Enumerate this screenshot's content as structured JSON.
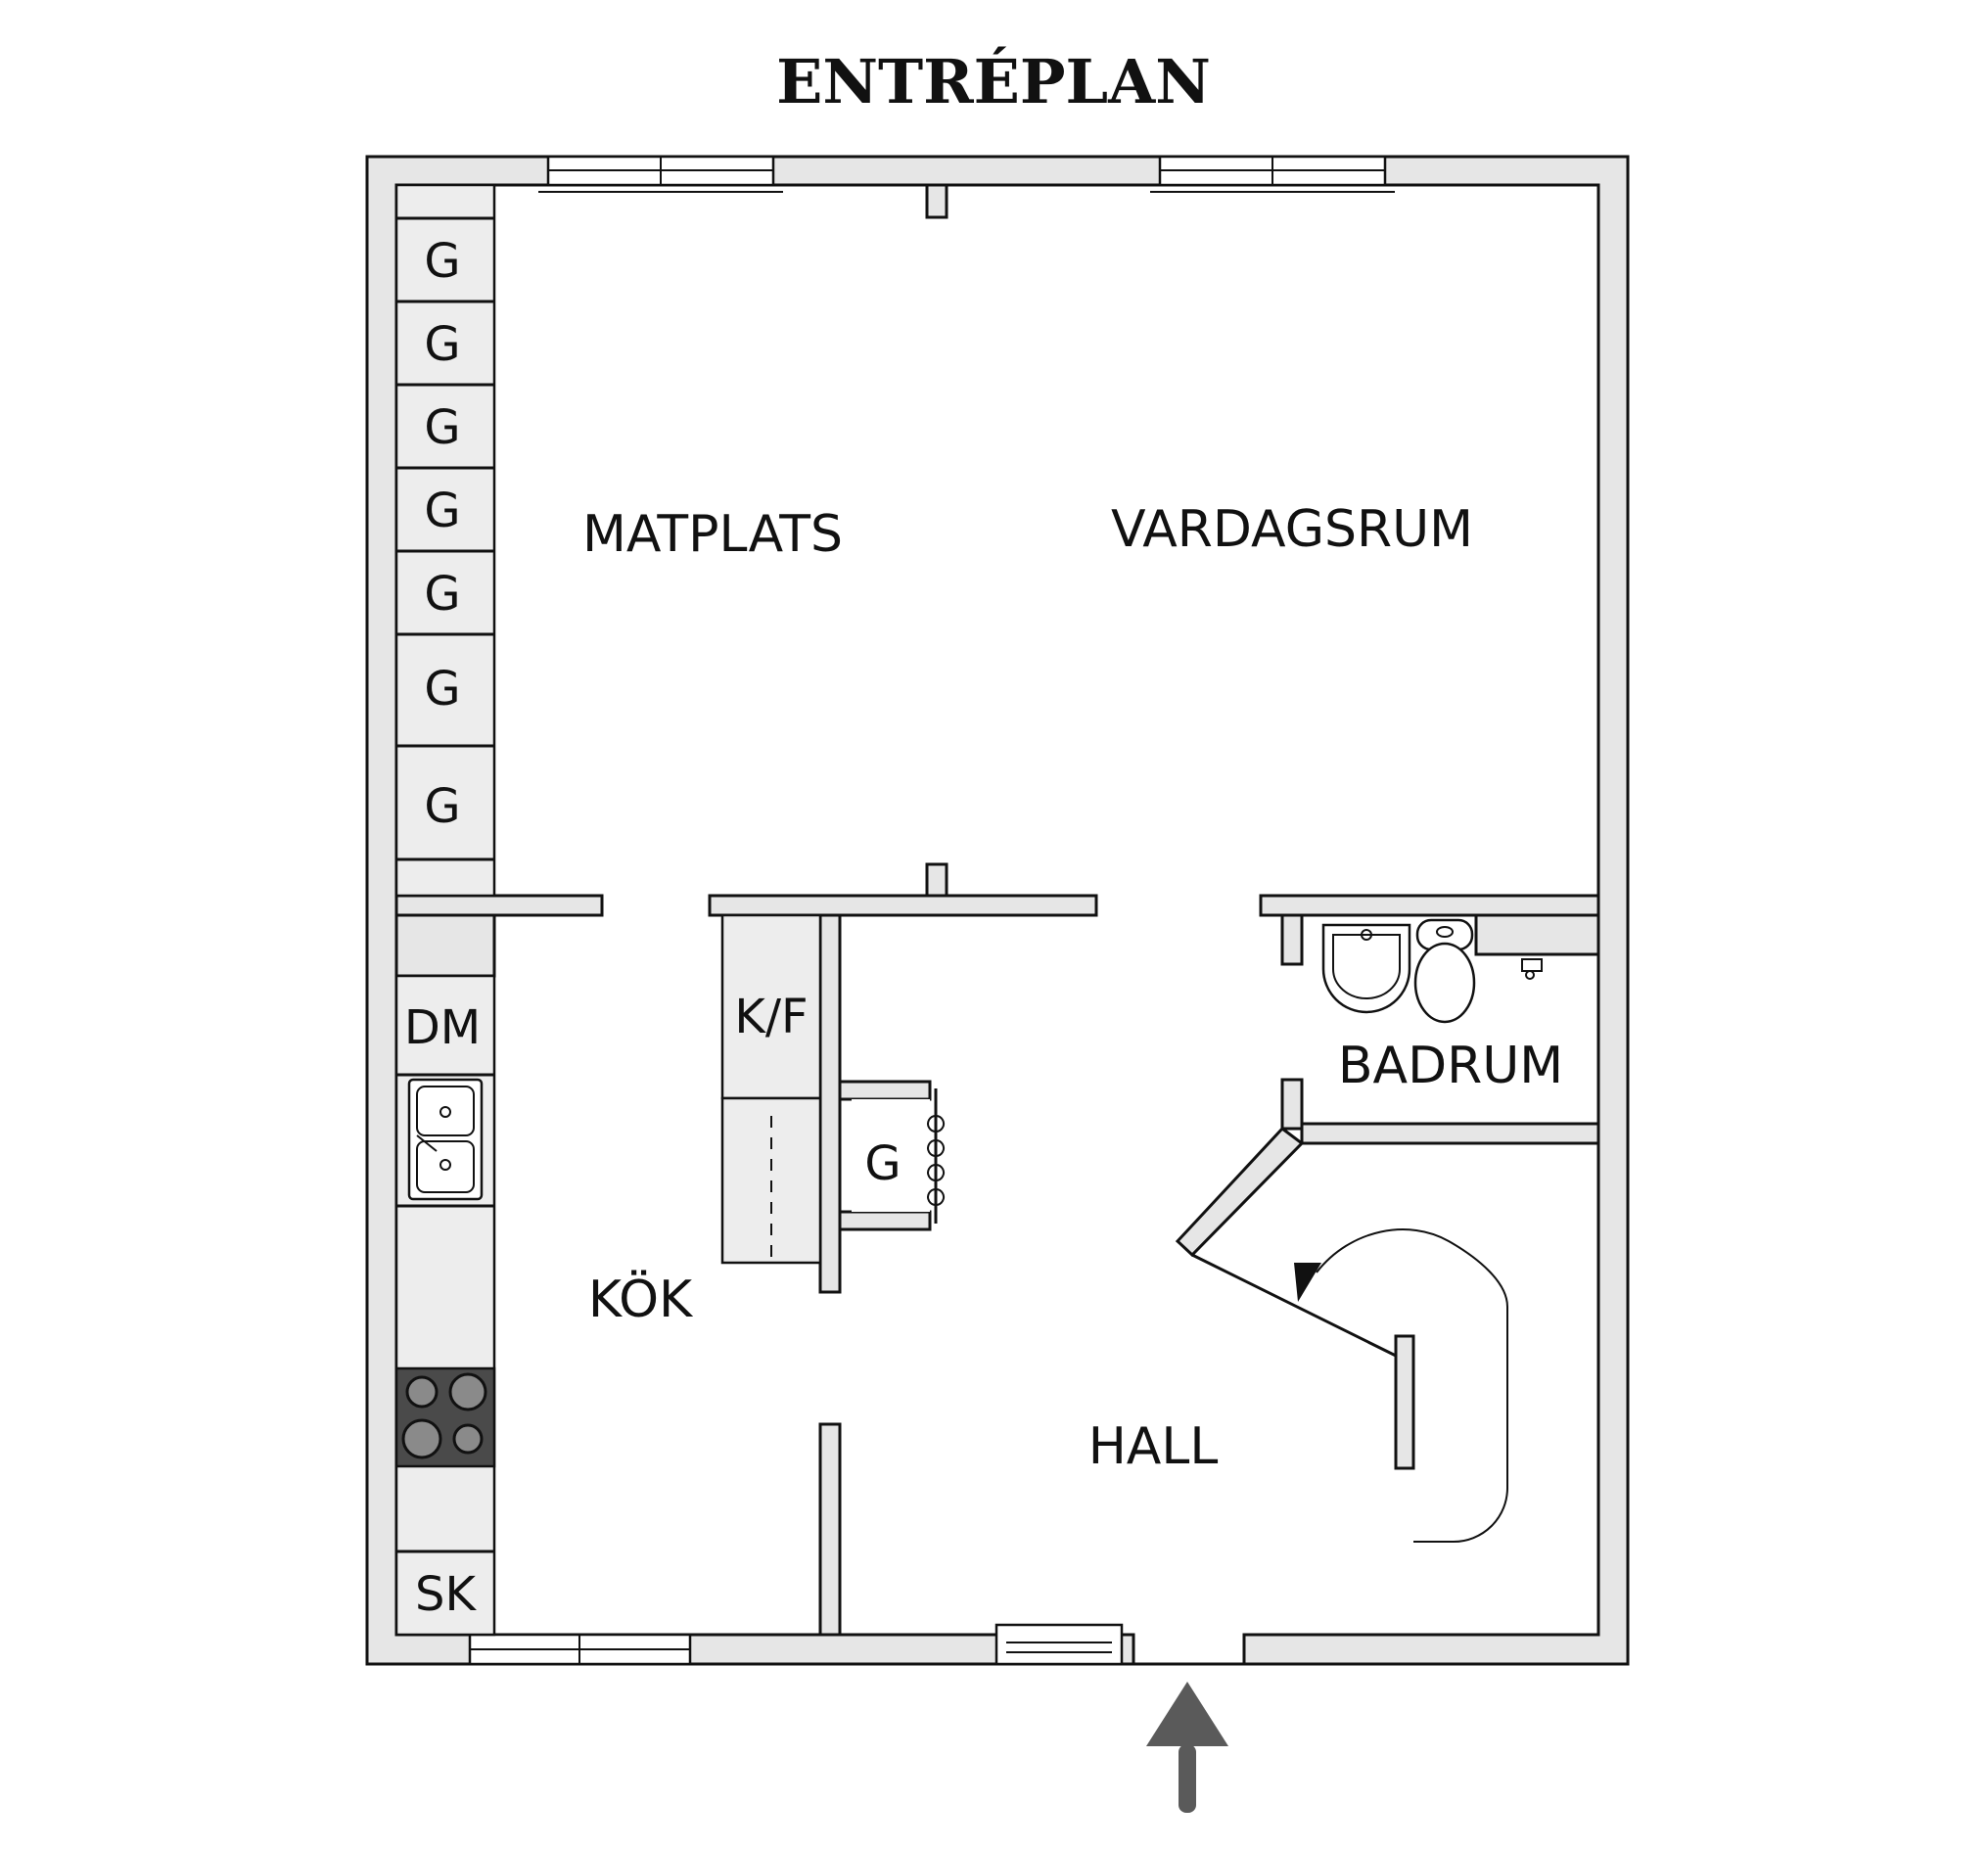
{
  "title": "ENTRÉPLAN",
  "rooms": {
    "matplats": "MATPLATS",
    "vardagsrum": "VARDAGSRUM",
    "badrum": "BADRUM",
    "kok": "KÖK",
    "hall": "HALL"
  },
  "units": {
    "wardrobe": "G",
    "dishwasher": "DM",
    "fridge": "K/F",
    "hall_wardrobe": "G",
    "cabinet": "SK"
  },
  "colors": {
    "wall_fill": "#e6e6e6",
    "line": "#111111",
    "stove": "#4a4a4a",
    "entrance_arrow": "#5a5a5a"
  },
  "icons": [
    "sink-icon",
    "stove-icon",
    "toilet-icon",
    "washbasin-icon",
    "entrance-arrow-icon",
    "door-swing-icon"
  ]
}
